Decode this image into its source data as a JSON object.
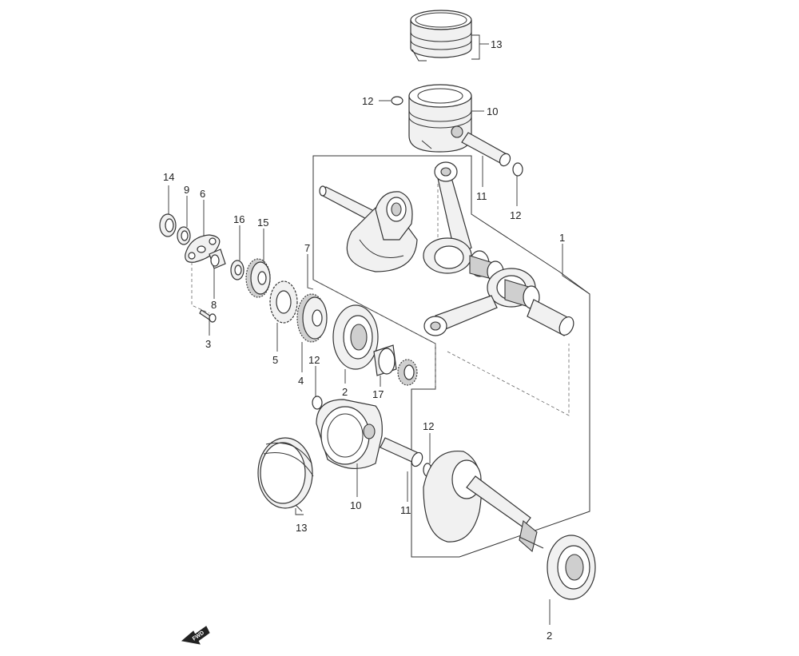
{
  "callouts": [
    {
      "id": "c13a",
      "text": "13"
    },
    {
      "id": "c12a",
      "text": "12"
    },
    {
      "id": "c10a",
      "text": "10"
    },
    {
      "id": "c11a",
      "text": "11"
    },
    {
      "id": "c12b",
      "text": "12"
    },
    {
      "id": "c1",
      "text": "1"
    },
    {
      "id": "c14",
      "text": "14"
    },
    {
      "id": "c9",
      "text": "9"
    },
    {
      "id": "c6",
      "text": "6"
    },
    {
      "id": "c16",
      "text": "16"
    },
    {
      "id": "c15",
      "text": "15"
    },
    {
      "id": "c7",
      "text": "7"
    },
    {
      "id": "c8",
      "text": "8"
    },
    {
      "id": "c3",
      "text": "3"
    },
    {
      "id": "c5",
      "text": "5"
    },
    {
      "id": "c4",
      "text": "4"
    },
    {
      "id": "c12c",
      "text": "12"
    },
    {
      "id": "c2a",
      "text": "2"
    },
    {
      "id": "c17",
      "text": "17"
    },
    {
      "id": "c12d",
      "text": "12"
    },
    {
      "id": "c10b",
      "text": "10"
    },
    {
      "id": "c11b",
      "text": "11"
    },
    {
      "id": "c13b",
      "text": "13"
    },
    {
      "id": "c2b",
      "text": "2"
    }
  ],
  "fwd": {
    "label": "FWD"
  }
}
